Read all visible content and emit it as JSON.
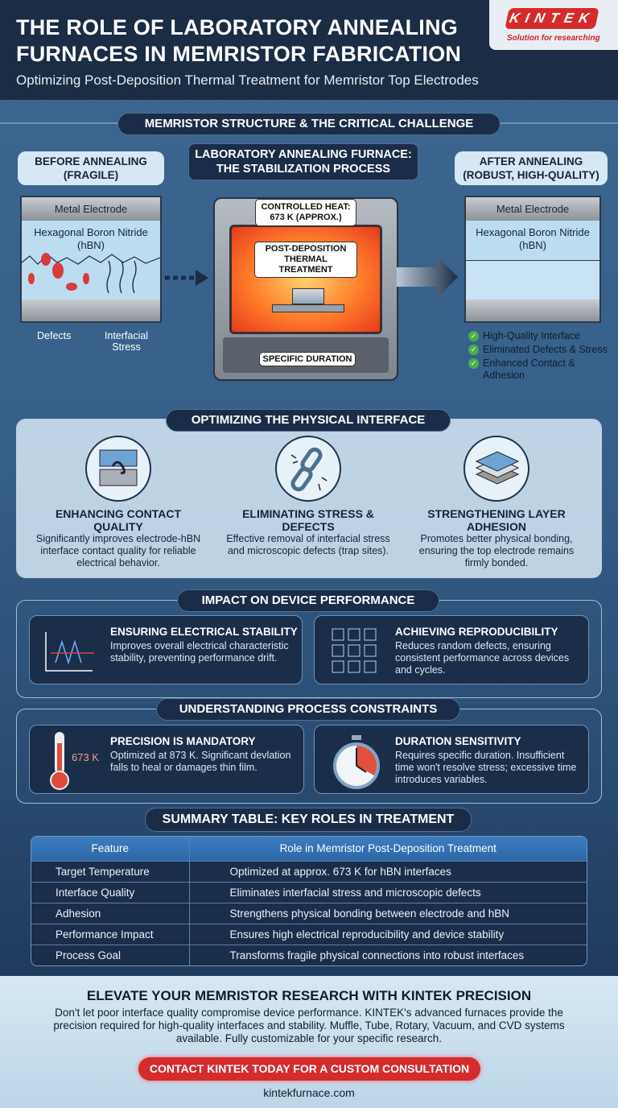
{
  "header": {
    "title_line1": "THE ROLE OF LABORATORY ANNEALING",
    "title_line2": "FURNACES IN MEMRISTOR FABRICATION",
    "subtitle": "Optimizing Post-Deposition Thermal Treatment for Memristor Top Electrodes"
  },
  "logo": {
    "text": "KINTEK",
    "tagline": "Solution for researching"
  },
  "structure": {
    "heading": "MEMRISTOR STRUCTURE & THE CRITICAL CHALLENGE",
    "before": {
      "title": "BEFORE ANNEALING (FRAGILE)",
      "metal": "Metal Electrode",
      "hbn": "Hexagonal Boron Nitride (hBN)",
      "defects": "Defects",
      "stress": "Interfacial Stress"
    },
    "furnace": {
      "title_line1": "LABORATORY ANNEALING FURNACE:",
      "title_line2": "THE STABILIZATION PROCESS",
      "heat_line1": "CONTROLLED HEAT:",
      "heat_line2": "673 K (APPROX.)",
      "treat_line1": "POST-DEPOSITION",
      "treat_line2": "THERMAL TREATMENT",
      "duration": "SPECIFIC DURATION"
    },
    "after": {
      "title": "AFTER ANNEALING (ROBUST, HIGH-QUALITY)",
      "metal": "Metal Electrode",
      "hbn": "Hexagonal Boron Nitride (hBN)",
      "benefits": [
        "High-Quality Interface",
        "Eliminated Defects & Stress",
        "Enhanced Contact & Adhesion"
      ]
    }
  },
  "interface": {
    "heading": "OPTIMIZING THE PHYSICAL INTERFACE",
    "items": [
      {
        "icon": "interlock-icon",
        "title": "ENHANCING CONTACT QUALITY",
        "desc": "Significantly improves electrode-hBN interface contact quality for reliable electrical behavior."
      },
      {
        "icon": "broken-chain-icon",
        "title": "ELIMINATING STRESS & DEFECTS",
        "desc": "Effective removal of interfacial stress and microscopic defects (trap sites)."
      },
      {
        "icon": "layers-icon",
        "title": "STRENGTHENING LAYER ADHESION",
        "desc": "Promotes better physical bonding, ensuring the top electrode remains firmly bonded."
      }
    ]
  },
  "impact": {
    "heading": "IMPACT ON DEVICE PERFORMANCE",
    "items": [
      {
        "icon": "waveform-chart-icon",
        "title": "ENSURING ELECTRICAL STABILITY",
        "desc": "Improves overall electrical characteristic stability, preventing performance drift."
      },
      {
        "icon": "device-grid-icon",
        "title": "ACHIEVING REPRODUCIBILITY",
        "desc": "Reduces random defects, ensuring consistent performance across devices and cycles."
      }
    ]
  },
  "constraints": {
    "heading": "UNDERSTANDING PROCESS CONSTRAINTS",
    "items": [
      {
        "icon": "thermometer-icon",
        "icon_label": "673 K",
        "title": "PRECISION IS MANDATORY",
        "desc": "Optimized at 873 K. Significant devlation falls to heal or damages thin film."
      },
      {
        "icon": "stopwatch-icon",
        "title": "DURATION SENSITIVITY",
        "desc": "Requires specific duration. Insufficient time won't resolve stress; excessive time introduces variables."
      }
    ]
  },
  "summary": {
    "heading": "SUMMARY TABLE: KEY ROLES IN TREATMENT",
    "columns": [
      "Feature",
      "Role in Memristor Post-Deposition Treatment"
    ],
    "rows": [
      [
        "Target Temperature",
        "Optimized at approx. 673 K for hBN interfaces"
      ],
      [
        "Interface Quality",
        "Eliminates interfacial stress and microscopic defects"
      ],
      [
        "Adhesion",
        "Strengthens physical bonding between electrode and hBN"
      ],
      [
        "Performance Impact",
        "Ensures high electrical reproducibility and device stability"
      ],
      [
        "Process Goal",
        "Transforms fragile physical connections into robust interfaces"
      ]
    ]
  },
  "footer": {
    "title": "ELEVATE YOUR MEMRISTOR RESEARCH WITH KINTEK PRECISION",
    "text": "Don't let poor interface quality compromise device performance. KINTEK's advanced furnaces provide the precision required for high-quality interfaces and stability. Muffle, Tube, Rotary, Vacuum, and CVD systems available. Fully customizable for your specific research.",
    "cta": "CONTACT KINTEK TODAY FOR A CUSTOM CONSULTATION",
    "url": "kintekfurnace.com"
  },
  "colors": {
    "navy": "#1b2c45",
    "accent_red": "#d42b2b",
    "check_green": "#4cae4c",
    "light_panel": "#d6e8f4"
  }
}
